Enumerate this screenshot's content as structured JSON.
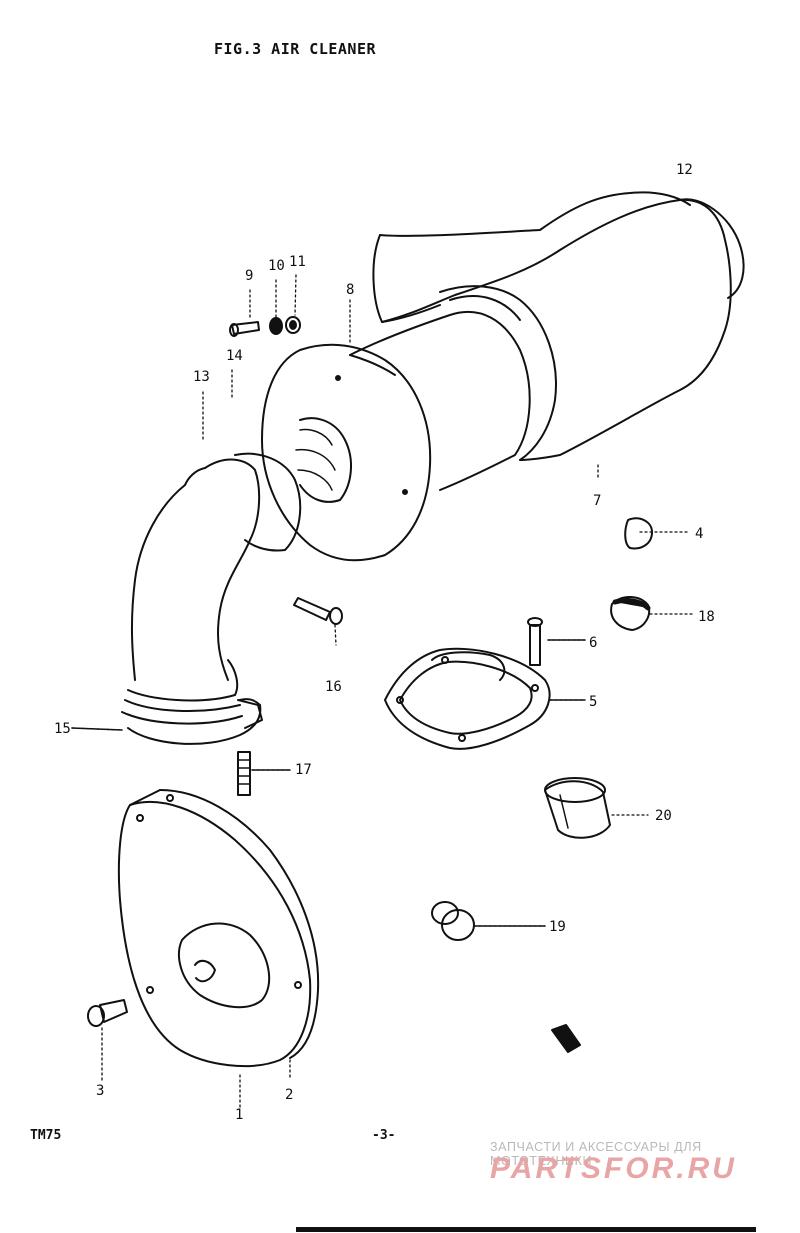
{
  "title": "FIG.3  AIR CLEANER",
  "labels": {
    "p1": "1",
    "p2": "2",
    "p3": "3",
    "p4": "4",
    "p5": "5",
    "p6": "6",
    "p7": "7",
    "p8": "8",
    "p9": "9",
    "p10": "10",
    "p11": "11",
    "p12": "12",
    "p13": "13",
    "p14": "14",
    "p15": "15",
    "p16": "16",
    "p17": "17",
    "p18": "18",
    "p19": "19",
    "p20": "20"
  },
  "footer": {
    "model": "TM75",
    "page": "-3-"
  },
  "watermark": {
    "line1": "ЗАПЧАСТИ И АКСЕССУАРЫ ДЛЯ МОТОТЕХНИКИ",
    "line2": "PARTSFOR.RU"
  },
  "colors": {
    "ink": "#111111",
    "watermark_red": "#e7a5a5",
    "watermark_gray": "#b9b9b9"
  }
}
